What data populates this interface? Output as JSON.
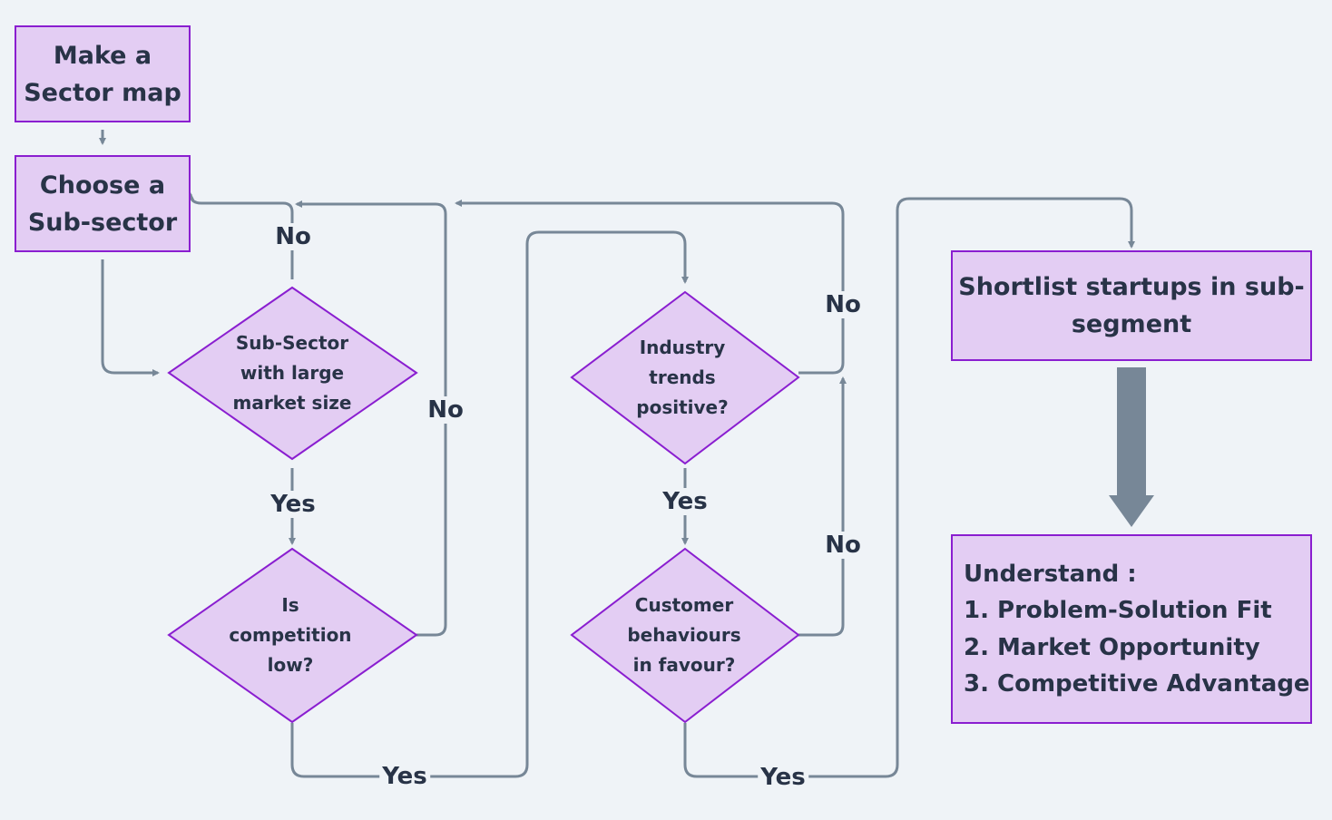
{
  "colors": {
    "background": "#eff3f7",
    "node_fill": "#e3cdf3",
    "node_border": "#8a1ed0",
    "connector": "#778797",
    "text": "#283347"
  },
  "nodes": {
    "make_sector_map": "Make a\nSector map",
    "choose_subsector": "Choose a\nSub-sector",
    "shortlist": "Shortlist startups in sub-\nsegment",
    "understand_title": "Understand :",
    "understand_items": [
      "1. Problem-Solution Fit",
      "2. Market Opportunity",
      "3. Competitive Advantage"
    ]
  },
  "decisions": {
    "market_size": "Sub-Sector\nwith large\nmarket size",
    "competition": "Is\ncompetition\nlow?",
    "industry_trends": "Industry\ntrends\npositive?",
    "customer_behaviour": "Customer\nbehaviours\nin favour?"
  },
  "edge_labels": {
    "market_no": "No",
    "market_yes": "Yes",
    "competition_no": "No",
    "competition_yes": "Yes",
    "trends_no": "No",
    "trends_yes": "Yes",
    "customer_no": "No",
    "customer_yes": "Yes"
  }
}
